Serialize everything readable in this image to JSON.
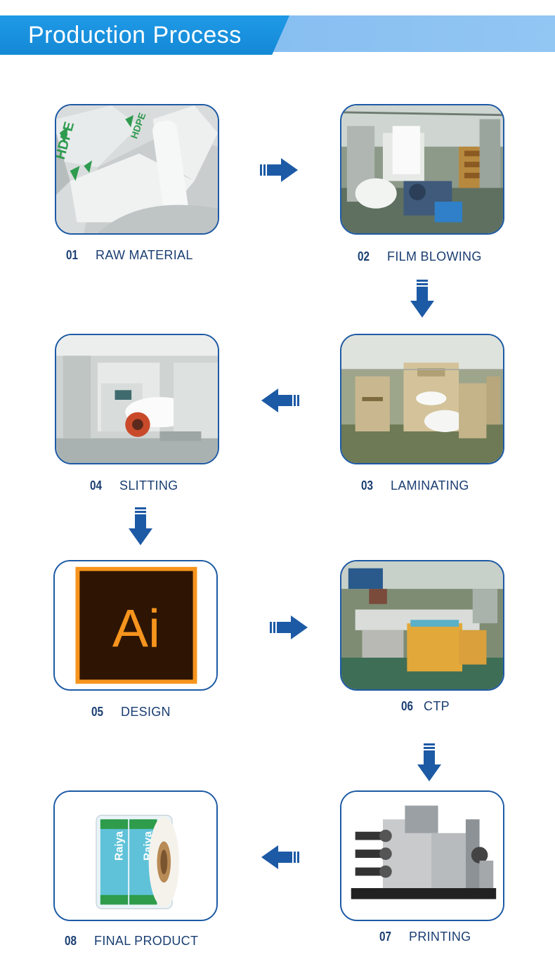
{
  "header": {
    "title": "Production Process"
  },
  "steps": [
    {
      "num": "01",
      "name": "RAW MATERIAL"
    },
    {
      "num": "02",
      "name": "FILM BLOWING"
    },
    {
      "num": "03",
      "name": "LAMINATING"
    },
    {
      "num": "04",
      "name": "SLITTING"
    },
    {
      "num": "05",
      "name": "DESIGN"
    },
    {
      "num": "06",
      "name": "CTP"
    },
    {
      "num": "07",
      "name": "PRINTING"
    },
    {
      "num": "08",
      "name": "FINAL PRODUCT"
    }
  ],
  "photo_text": {
    "hdpe": "HDPE",
    "ai_logo": "Ai",
    "package_brand": "Raiya"
  },
  "colors": {
    "header_dark": "#1b93e0",
    "header_light": "#8bc1f1",
    "card_border": "#1d5aa5",
    "arrow": "#1d5aa5",
    "label": "#1a3e72",
    "ai_orange": "#f7941d",
    "ai_bg": "#2e1503"
  },
  "icons": {
    "flow_arrow_right": "arrow-right-icon",
    "flow_arrow_left": "arrow-left-icon",
    "flow_arrow_down": "arrow-down-icon"
  }
}
